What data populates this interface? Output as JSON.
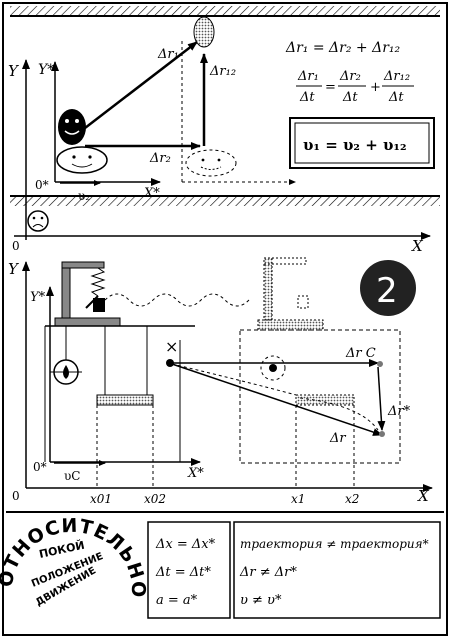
{
  "top": {
    "axes": {
      "Y": "Y",
      "Y_star": "Y*",
      "X": "X",
      "X_star": "X*",
      "O": "0",
      "O_star": "0*",
      "v2": "υ₂"
    },
    "labels": {
      "dr1": "Δr₁",
      "dr12": "Δr₁₂",
      "dr2": "Δr₂"
    },
    "eq1": "Δr₁ = Δr₂ + Δr₁₂",
    "eq2": {
      "lhs_num": "Δr₁",
      "lhs_den": "Δt",
      "eq": "=",
      "t1_num": "Δr₂",
      "t1_den": "Δt",
      "plus": "+",
      "t2_num": "Δr₁₂",
      "t2_den": "Δt"
    },
    "boxed": "υ₁ = υ₂ + υ₁₂"
  },
  "middle": {
    "O": "0",
    "X": "X"
  },
  "bottom": {
    "axes": {
      "Y": "Y",
      "Y_star": "Y*",
      "X": "X",
      "X_star": "X*",
      "O": "0",
      "O_star": "0*",
      "vc": "υC"
    },
    "labels": {
      "drc": "Δr C",
      "dr_star": "Δr*",
      "dr": "Δr"
    },
    "number": "2",
    "ticks": [
      "x01",
      "x02",
      "x1",
      "x2"
    ]
  },
  "footer": {
    "arc_word": "ОТНОСИТЕЛЬНО",
    "words": [
      "ПОКОЙ",
      "ПОЛОЖЕНИЕ",
      "ДВИЖЕНИЕ"
    ],
    "mid": [
      "Δx = Δx*",
      "Δt = Δt*",
      "a = a*"
    ],
    "right": [
      "траектория ≠ траектория*",
      "Δr ≠ Δr*",
      "υ ≠ υ*"
    ]
  }
}
